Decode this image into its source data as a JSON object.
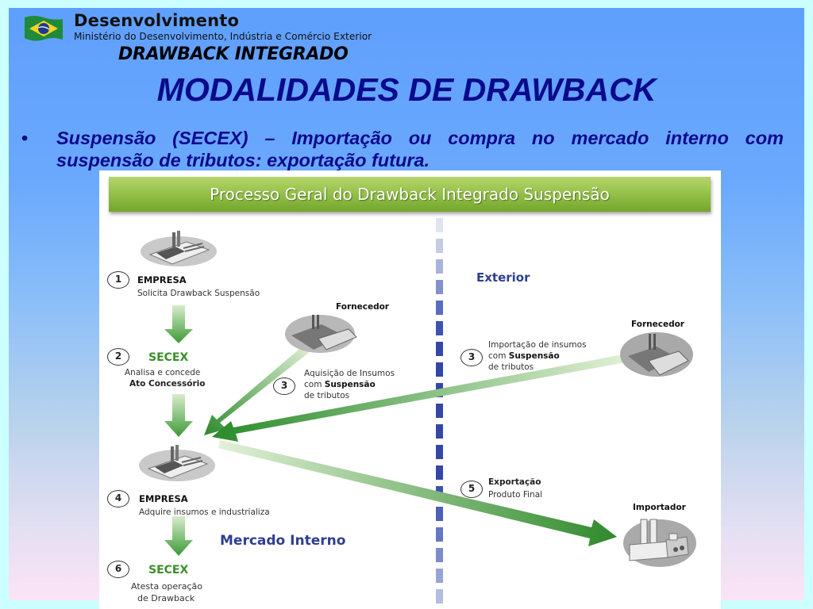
{
  "header": {
    "org_title": "Desenvolvimento",
    "org_subtitle": "Ministério do Desenvolvimento, Indústria e Comércio Exterior",
    "program_title": "DRAWBACK INTEGRADO",
    "logo_icon": "brazil-flag-icon"
  },
  "slide": {
    "title": "MODALIDADES DE DRAWBACK",
    "bullet_symbol": "•",
    "bullet_text": "Suspensão (SECEX) – Importação ou compra no mercado interno com suspensão de tributos: exportação futura."
  },
  "figure": {
    "header": "Processo Geral do Drawback Integrado Suspensão",
    "regions": {
      "exterior": "Exterior",
      "domestic": "Mercado Interno"
    },
    "steps": [
      {
        "num": "1",
        "title": "EMPRESA",
        "desc": "Solicita Drawback Suspensão"
      },
      {
        "num": "2",
        "title": "SECEX",
        "desc1": "Analisa e concede",
        "desc2": "Ato Concessório"
      },
      {
        "num": "3",
        "entity": "Fornecedor",
        "desc1": "Aquisição de Insumos",
        "desc2_prefix": "com ",
        "desc2_bold": "Suspensão",
        "desc3": "de tributos"
      },
      {
        "num": "3",
        "entity": "Fornecedor",
        "desc1": "Importação de insumos",
        "desc2_prefix": "com ",
        "desc2_bold": "Suspensão",
        "desc3": "de tributos"
      },
      {
        "num": "4",
        "title": "EMPRESA",
        "desc": "Adquire insumos e  industrializa"
      },
      {
        "num": "5",
        "title": "Exportação",
        "desc": "Produto Final",
        "entity": "Importador"
      },
      {
        "num": "6",
        "title": "SECEX",
        "desc1": "Atesta operação",
        "desc2": "de Drawback"
      }
    ]
  },
  "colors": {
    "title_blue": "#0a0a8c",
    "frame": "#ccffff",
    "header_green": "#93c047",
    "arrow_green": "#3c9a35",
    "divider_blue": "#3447a8",
    "region_label": "#2e3f8f"
  }
}
